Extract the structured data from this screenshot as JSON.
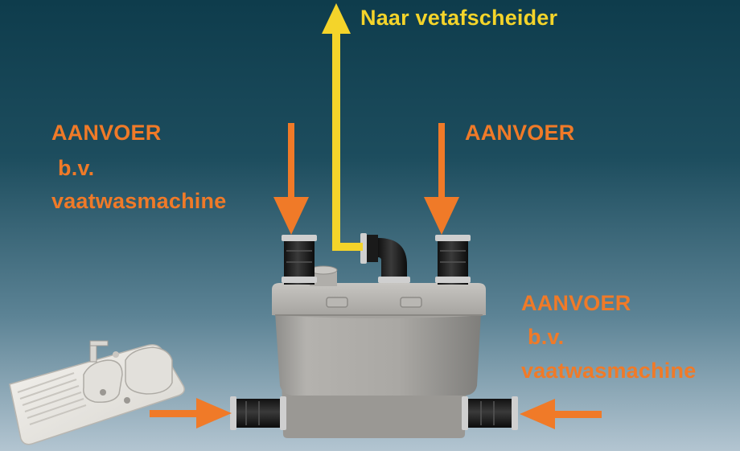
{
  "outlet": {
    "label": "Naar vetafscheider"
  },
  "inlets": {
    "top_left": {
      "line1": "AANVOER",
      "line2": "b.v.",
      "line3": "vaatwasmachine"
    },
    "top_right": {
      "line1": "AANVOER"
    },
    "right": {
      "line1": "AANVOER",
      "line2": "b.v.",
      "line3": "vaatwasmachine"
    }
  },
  "colors": {
    "inlet_arrow": "#f07a28",
    "outlet_arrow": "#f4d42a",
    "background_top": "#0e3c4c",
    "background_bottom": "#b3c5d1",
    "pump_body": "#a9a7a3"
  }
}
